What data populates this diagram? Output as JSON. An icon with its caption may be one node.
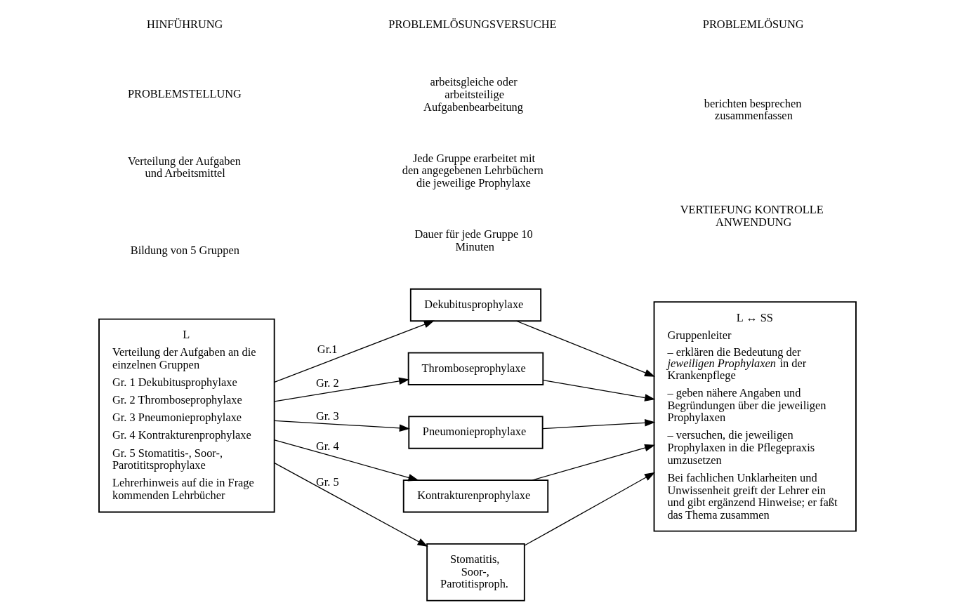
{
  "diagram": {
    "nodes": [
      {
        "text": [
          "L",
          "Verteilung der Aufgaben an die einzelnen Gruppen",
          "Gr. 1 Dekubitusprophylaxe",
          "Gr. 2 Thromboseprophylaxe",
          "Gr. 3 Pneumonieprophylaxe",
          "Gr. 4 Kontrakturenprophylaxe",
          "Gr. 5 Stomatitis-, Soor-, Parotititsprophylaxe",
          "Lehrerhinweis auf die in Frage kommenden Lehrbücher"
        ]
      },
      {
        "text": [
          "Dekubitusprophylaxe"
        ]
      },
      {
        "text": [
          "Thromboseprophylaxe"
        ]
      },
      {
        "text": [
          "Pneumonieprophylaxe"
        ]
      },
      {
        "text": [
          "Kontrakturenprophylaxe"
        ]
      },
      {
        "text": [
          "Stomatitis, Soor-, Parotitisproph."
        ]
      },
      {
        "text": [
          "L ↔ SS",
          "Gruppenleiter",
          "– erklären die Bedeutung der *jeweiligen Prophylaxen* in der Krankenpflege",
          "– geben nähere Angaben und Begründungen über die jeweiligen Prophylaxen",
          "– versuchen, die jeweiligen Prophylaxen in die Pflegepraxis umzusetzen",
          "Bei fachlichen Unklarheiten und Unwissenheit greift der Lehrer ein und gibt ergänzend Hinweise; er faßt das Thema zusammen"
        ]
      }
    ],
    "edges": [
      {
        "from": 0,
        "to": 1,
        "arrow": "to",
        "label": "Gr.1"
      },
      {
        "from": 0,
        "to": 2,
        "arrow": "to",
        "label": "Gr. 2"
      },
      {
        "from": 0,
        "to": 3,
        "arrow": "to",
        "label": "Gr. 3"
      },
      {
        "from": 0,
        "to": 4,
        "arrow": "to",
        "label": "Gr. 4"
      },
      {
        "from": 0,
        "to": 5,
        "arrow": "to",
        "label": "Gr. 5"
      },
      {
        "from": 1,
        "to": 6,
        "arrow": "to"
      },
      {
        "from": 2,
        "to": 6,
        "arrow": "to"
      },
      {
        "from": 3,
        "to": 6,
        "arrow": "to"
      },
      {
        "from": 4,
        "to": 6,
        "arrow": "to"
      },
      {
        "from": 5,
        "to": 6,
        "arrow": "to"
      }
    ],
    "labels": [
      "HINFÜHRUNG",
      "PROBLEMSTELLUNG",
      "Verteilung der Aufgaben und Arbeitsmittel",
      "PROBLEMLÖSUNGSVERSUCHE",
      "arbeitsgleiche oder arbeitsteilige Aufgabenbearbeitung",
      "PROBLEMLÖSUNG",
      "berichten besprechen zusammenfassen",
      "VERTIEFUNG KONTROLLE ANWENDUNG",
      "Bildung von 5 Gruppen",
      "Jede Gruppe erarbeitet mit den angegebenen Lehrbüchern die jeweilige Prophylaxe",
      "Dauer für jede Gruppe 10 Minuten"
    ]
  }
}
